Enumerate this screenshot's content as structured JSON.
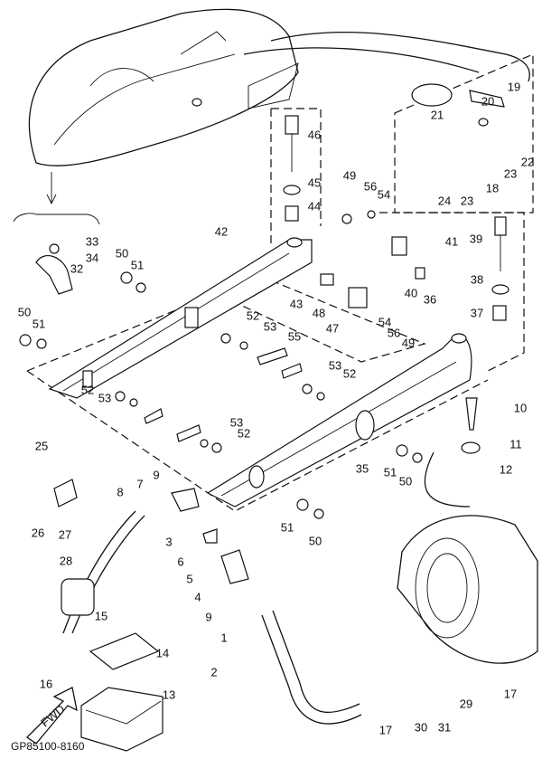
{
  "diagram_code": "GP85100-8160",
  "fwd_marker": "FWD",
  "callouts": [
    "19",
    "20",
    "21",
    "22",
    "23",
    "18",
    "24",
    "23",
    "46",
    "45",
    "44",
    "49",
    "56",
    "54",
    "42",
    "33",
    "34",
    "32",
    "50",
    "51",
    "50",
    "51",
    "41",
    "39",
    "38",
    "40",
    "36",
    "43",
    "48",
    "37",
    "47",
    "54",
    "56",
    "49",
    "52",
    "53",
    "55",
    "53",
    "52",
    "52",
    "53",
    "53",
    "52",
    "10",
    "11",
    "12",
    "25",
    "9",
    "7",
    "8",
    "26",
    "27",
    "3",
    "6",
    "5",
    "4",
    "9",
    "51",
    "50",
    "35",
    "51",
    "50",
    "28",
    "15",
    "14",
    "1",
    "2",
    "16",
    "13",
    "17",
    "29",
    "31",
    "30",
    "17"
  ]
}
